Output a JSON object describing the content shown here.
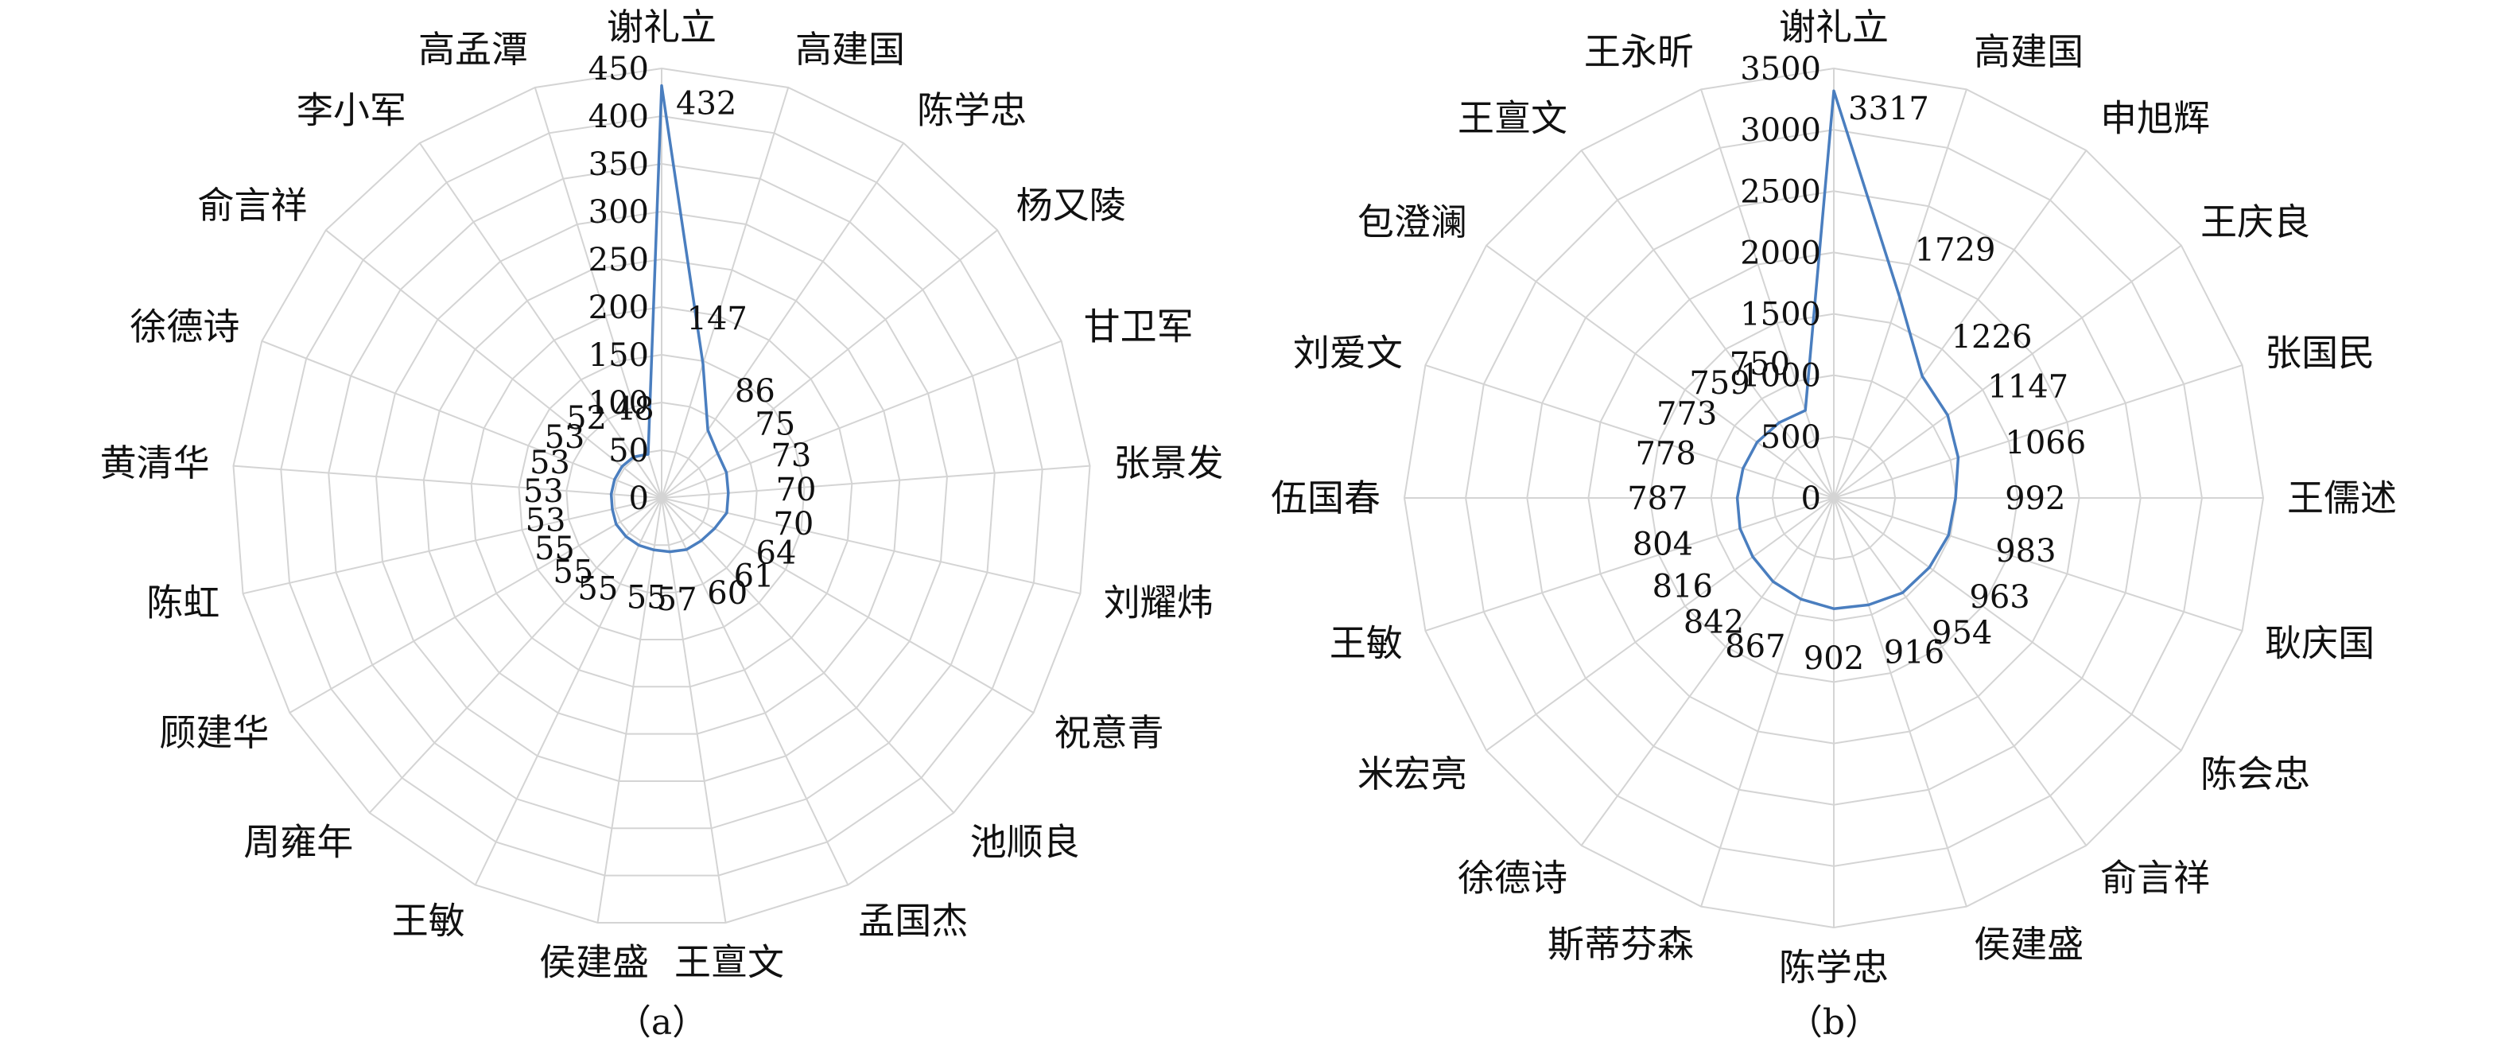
{
  "chart_data": [
    {
      "type": "radar",
      "caption": "（a）",
      "categories": [
        "谢礼立",
        "高建国",
        "陈学忠",
        "杨又陵",
        "甘卫军",
        "张景发",
        "刘耀炜",
        "祝意青",
        "池顺良",
        "孟国杰",
        "王亶文",
        "侯建盛",
        "王敏",
        "周雍年",
        "顾建华",
        "陈虹",
        "黄清华",
        "徐德诗",
        "俞言祥",
        "李小军",
        "高孟潭"
      ],
      "values": [
        432,
        147,
        86,
        75,
        73,
        70,
        70,
        64,
        61,
        60,
        57,
        55,
        55,
        55,
        55,
        53,
        53,
        53,
        53,
        52,
        48
      ],
      "ticks": [
        0,
        50,
        100,
        150,
        200,
        250,
        300,
        350,
        400,
        450
      ],
      "rmax": 450,
      "grid": true,
      "legend": "none"
    },
    {
      "type": "radar",
      "caption": "（b）",
      "categories": [
        "谢礼立",
        "高建国",
        "申旭辉",
        "王庆良",
        "张国民",
        "王儒述",
        "耿庆国",
        "陈会忠",
        "俞言祥",
        "侯建盛",
        "陈学忠",
        "斯蒂芬森",
        "徐德诗",
        "米宏亮",
        "王敏",
        "伍国春",
        "刘爱文",
        "包澄澜",
        "王亶文",
        "王永昕"
      ],
      "values": [
        3317,
        1729,
        1226,
        1147,
        1066,
        992,
        983,
        963,
        954,
        916,
        902,
        867,
        842,
        816,
        804,
        787,
        778,
        773,
        759,
        750
      ],
      "ticks": [
        0,
        500,
        1000,
        1500,
        2000,
        2500,
        3000,
        3500
      ],
      "rmax": 3500,
      "grid": true,
      "legend": "none"
    }
  ],
  "colors": {
    "series": "#4a7ebf",
    "grid": "#d4d4d4",
    "text": "#111111"
  }
}
